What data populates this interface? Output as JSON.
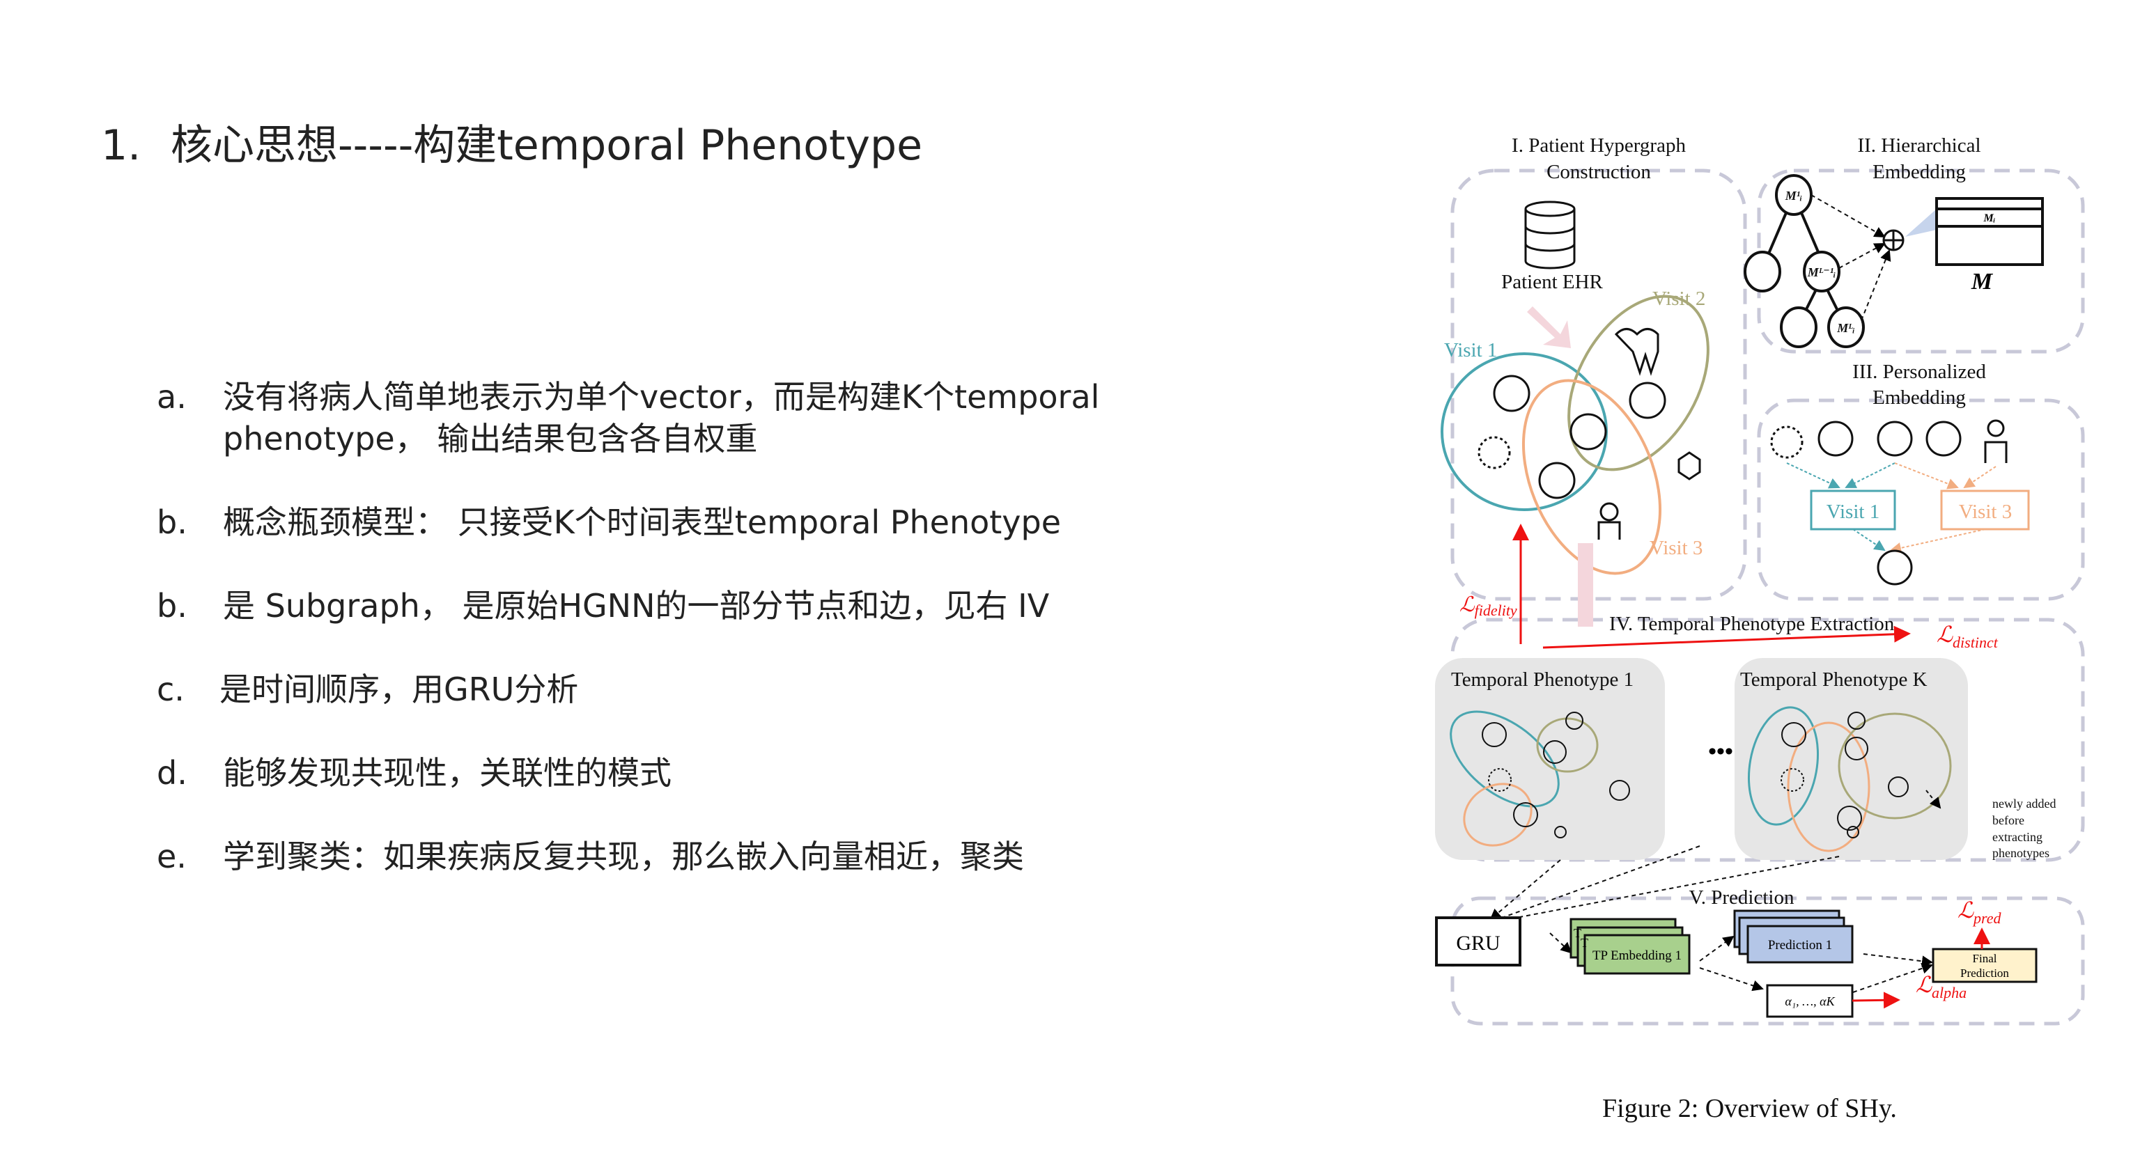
{
  "slide": {
    "title_number": "1.",
    "title_text": "核心思想-----构建temporal Phenotype",
    "bullets": [
      {
        "label": "a.",
        "text": "没有将病人简单地表示为单个vector，而是构建K个temporal phenotype， 输出结果包含各自权重"
      },
      {
        "label": "b.",
        "text": "概念瓶颈模型： 只接受K个时间表型temporal Phenotype"
      },
      {
        "label": "b.",
        "text": "是 Subgraph， 是原始HGNN的一部分节点和边，见右 IV"
      },
      {
        "label": "c.",
        "text": "是时间顺序，用GRU分析"
      },
      {
        "label": "d.",
        "text": "能够发现共现性，关联性的模式"
      },
      {
        "label": "e.",
        "text": "学到聚类：如果疾病反复共现，那么嵌入向量相近，聚类"
      }
    ]
  },
  "figure": {
    "caption": "Figure 2: Overview of SHy.",
    "section1": {
      "title_line1": "I. Patient Hypergraph",
      "title_line2": "Construction",
      "ehr_label": "Patient EHR",
      "visit1": "Visit 1",
      "visit2": "Visit 2",
      "visit3": "Visit 3"
    },
    "section2": {
      "title_line1": "II. Hierarchical",
      "title_line2": "Embedding",
      "node_top": "M¹ᵢ",
      "node_mid": "Mᴸ⁻¹ᵢ",
      "node_leaf": "Mᴸᵢ",
      "row_label": "Mᵢ",
      "matrix_label": "M"
    },
    "section3": {
      "title_line1": "III. Personalized",
      "title_line2": "Embedding",
      "visit1": "Visit 1",
      "visit3": "Visit 3"
    },
    "section4": {
      "title": "IV. Temporal Phenotype Extraction",
      "tp1": "Temporal Phenotype 1",
      "tpk": "Temporal Phenotype K",
      "ellipsis": "•••",
      "note": [
        "newly added",
        "before",
        "extracting",
        "phenotypes"
      ]
    },
    "section5": {
      "title": "V. Prediction",
      "gru": "GRU",
      "tp_embedding": "TP Embedding 1",
      "tp_stub": "T",
      "prediction": "Prediction 1",
      "alpha": "α₁, …, αK",
      "final_line1": "Final",
      "final_line2": "Prediction"
    },
    "losses": {
      "fidelity": "fidelity",
      "distinct": "distinct",
      "pred": "pred",
      "alpha": "alpha",
      "script_L": "ℒ"
    },
    "colors": {
      "teal": "#4aa6b0",
      "olive": "#a8a878",
      "orange": "#f2ad80",
      "red": "#ee1111",
      "dash": "#c8c8d8",
      "panel": "#e6e6e6",
      "green": "#a8d08d",
      "blue": "#b4c6e7",
      "yellow": "#fff2cc"
    }
  }
}
